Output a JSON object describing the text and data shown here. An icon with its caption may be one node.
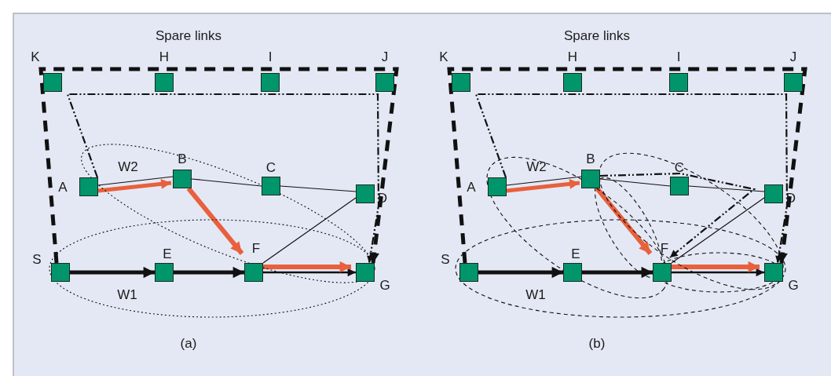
{
  "diagram": {
    "nodes": [
      {
        "text": [
          "K"
        ]
      },
      {
        "text": [
          "H"
        ]
      },
      {
        "text": [
          "I"
        ]
      },
      {
        "text": [
          "J"
        ]
      },
      {
        "text": [
          "A"
        ]
      },
      {
        "text": [
          "B"
        ]
      },
      {
        "text": [
          "C"
        ]
      },
      {
        "text": [
          "D"
        ]
      },
      {
        "text": [
          "S"
        ]
      },
      {
        "text": [
          "E"
        ]
      },
      {
        "text": [
          "F"
        ]
      },
      {
        "text": [
          "G"
        ]
      },
      {
        "text": [
          "K"
        ]
      },
      {
        "text": [
          "H"
        ]
      },
      {
        "text": [
          "I"
        ]
      },
      {
        "text": [
          "J"
        ]
      },
      {
        "text": [
          "A"
        ]
      },
      {
        "text": [
          "B"
        ]
      },
      {
        "text": [
          "C"
        ]
      },
      {
        "text": [
          "D"
        ]
      },
      {
        "text": [
          "S"
        ]
      },
      {
        "text": [
          "E"
        ]
      },
      {
        "text": [
          "F"
        ]
      },
      {
        "text": [
          "G"
        ]
      }
    ],
    "edges": [
      {
        "from": 8,
        "to": 11,
        "arrow": "to",
        "style": "dashed"
      },
      {
        "from": 4,
        "to": 11,
        "arrow": "to",
        "style": "dashed"
      },
      {
        "from": 4,
        "to": 5,
        "arrow": "to",
        "style": "thick",
        "color": "#e8603c"
      },
      {
        "from": 4,
        "to": 5,
        "arrow": "none"
      },
      {
        "from": 5,
        "to": 6,
        "arrow": "none"
      },
      {
        "from": 6,
        "to": 7,
        "arrow": "none"
      },
      {
        "from": 5,
        "to": 10,
        "arrow": "to",
        "style": "thick",
        "color": "#e8603c"
      },
      {
        "from": 8,
        "to": 9,
        "arrow": "to",
        "style": "thick"
      },
      {
        "from": 9,
        "to": 10,
        "arrow": "to",
        "style": "thick"
      },
      {
        "from": 10,
        "to": 11,
        "arrow": "to"
      },
      {
        "from": 10,
        "to": 11,
        "arrow": "to",
        "style": "thick",
        "color": "#e8603c"
      },
      {
        "from": 10,
        "to": 7,
        "arrow": "none"
      },
      {
        "from": 20,
        "to": 23,
        "arrow": "to",
        "style": "dashed"
      },
      {
        "from": 16,
        "to": 23,
        "arrow": "to",
        "style": "dashed"
      },
      {
        "from": 16,
        "to": 17,
        "arrow": "to",
        "style": "thick",
        "color": "#e8603c"
      },
      {
        "from": 16,
        "to": 17,
        "arrow": "none"
      },
      {
        "from": 17,
        "to": 18,
        "arrow": "none"
      },
      {
        "from": 18,
        "to": 19,
        "arrow": "none"
      },
      {
        "from": 17,
        "to": 22,
        "arrow": "to",
        "style": "thick",
        "color": "#e8603c"
      },
      {
        "from": 20,
        "to": 21,
        "arrow": "to",
        "style": "thick"
      },
      {
        "from": 21,
        "to": 22,
        "arrow": "to",
        "style": "thick"
      },
      {
        "from": 22,
        "to": 23,
        "arrow": "to"
      },
      {
        "from": 22,
        "to": 23,
        "arrow": "to",
        "style": "thick",
        "color": "#e8603c"
      },
      {
        "from": 22,
        "to": 19,
        "arrow": "none"
      },
      {
        "from": 17,
        "to": 22,
        "arrow": "to",
        "style": "dashed"
      }
    ],
    "labels": [
      "Spare links",
      "W2",
      "W1",
      "(a)",
      "Spare links",
      "W2",
      "W1",
      "(b)"
    ]
  }
}
